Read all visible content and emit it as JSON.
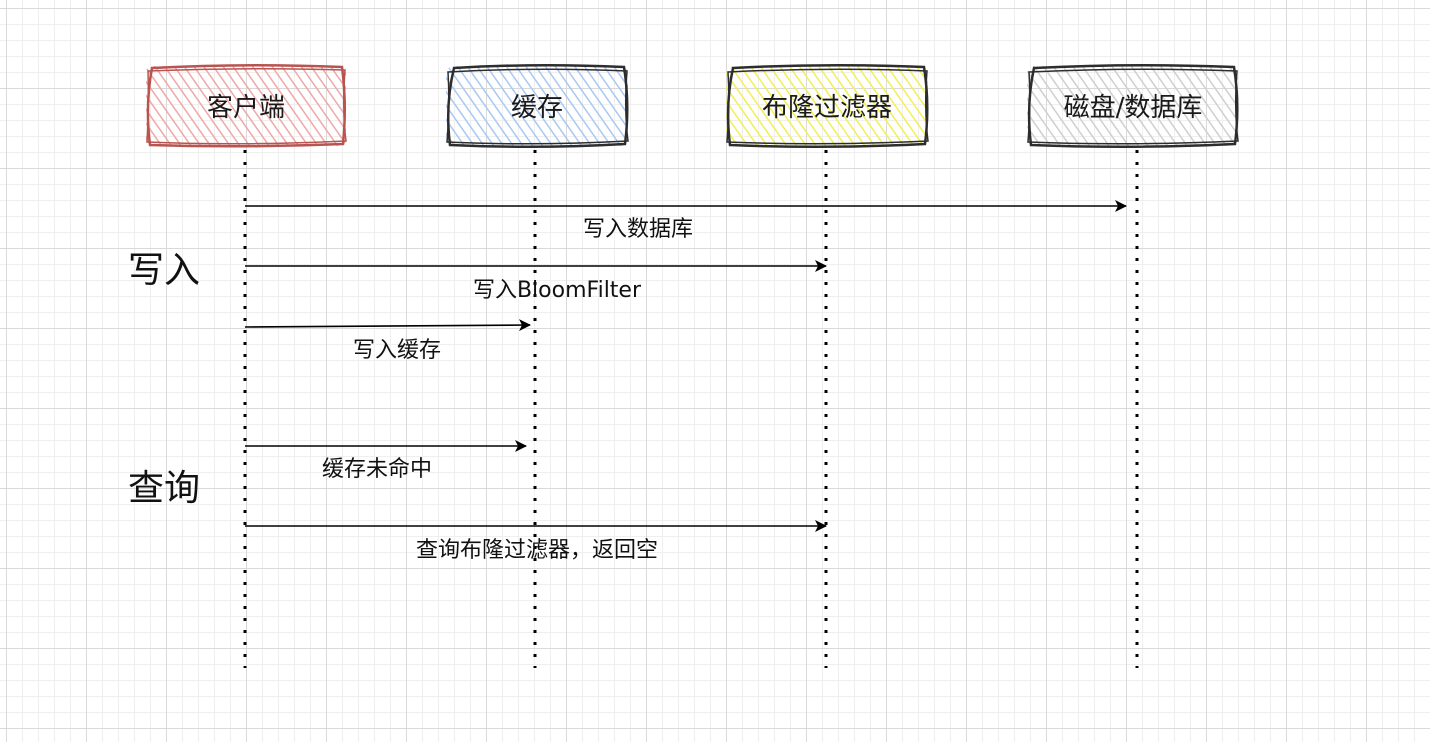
{
  "actors": [
    {
      "id": "client",
      "label": "客户端",
      "fill": "#f4b6b6",
      "stroke": "#b85450"
    },
    {
      "id": "cache",
      "label": "缓存",
      "fill": "#bcd4f5",
      "stroke": "#2d2d2d"
    },
    {
      "id": "bloom",
      "label": "布隆过滤器",
      "fill": "#f7f57a",
      "stroke": "#2d2d2d"
    },
    {
      "id": "db",
      "label": "磁盘/数据库",
      "fill": "#d5d5d5",
      "stroke": "#2d2d2d"
    }
  ],
  "sections": {
    "write": "写入",
    "query": "查询"
  },
  "messages": [
    {
      "from": "client",
      "to": "db",
      "label": "写入数据库"
    },
    {
      "from": "client",
      "to": "bloom",
      "label": "写入BloomFilter"
    },
    {
      "from": "client",
      "to": "cache",
      "label": "写入缓存"
    },
    {
      "from": "client",
      "to": "cache",
      "label": "缓存未命中"
    },
    {
      "from": "client",
      "to": "bloom",
      "label": "查询布隆过滤器，返回空"
    }
  ]
}
